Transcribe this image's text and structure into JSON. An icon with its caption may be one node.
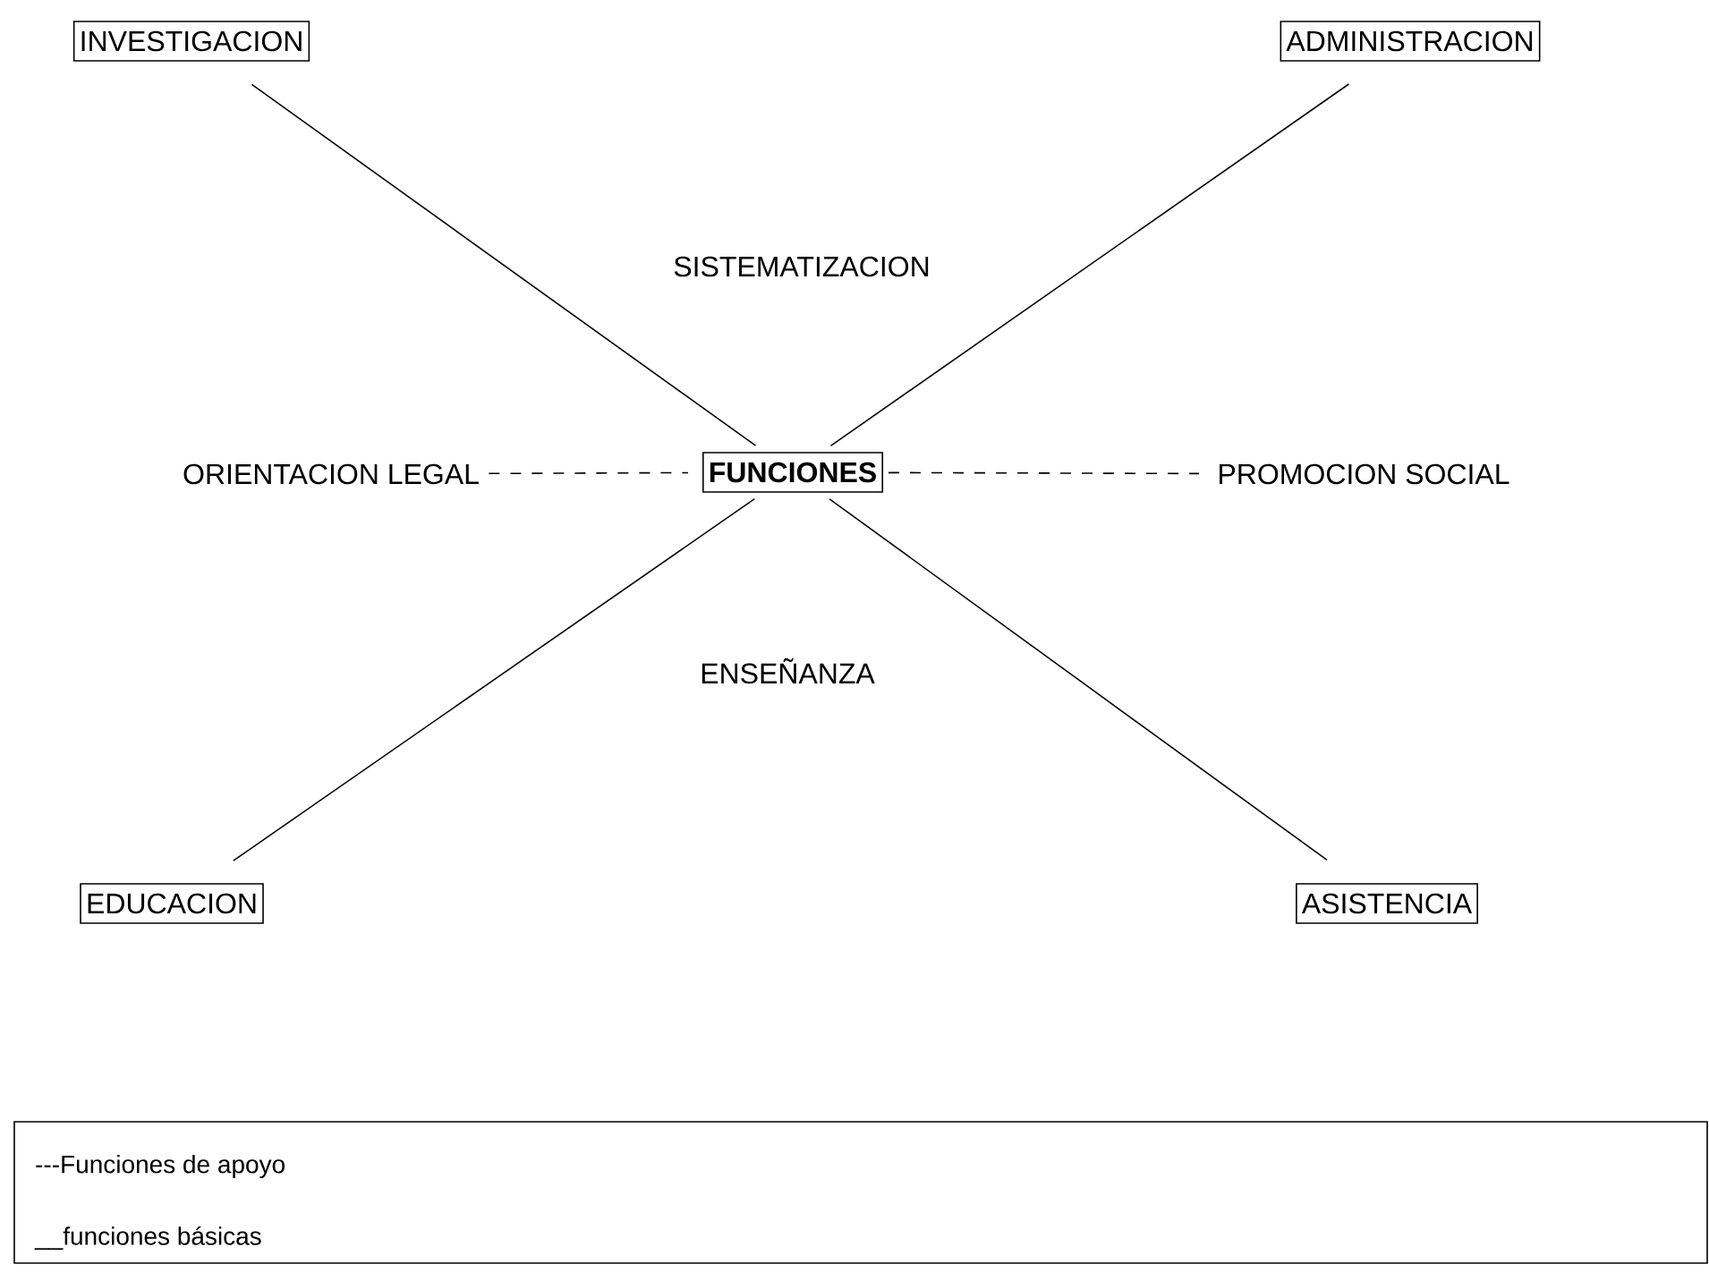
{
  "diagram": {
    "nodes": [
      {
        "text": [
          "INVESTIGACION"
        ]
      },
      {
        "text": [
          "ADMINISTRACION"
        ]
      },
      {
        "text": [
          "ORIENTACION LEGAL"
        ]
      },
      {
        "text": [
          "FUNCIONES"
        ]
      },
      {
        "text": [
          "PROMOCION SOCIAL"
        ]
      },
      {
        "text": [
          "EDUCACION"
        ]
      },
      {
        "text": [
          "ASISTENCIA"
        ]
      }
    ],
    "edges": [
      {
        "from": 3,
        "to": 0,
        "arrow": "none"
      },
      {
        "from": 3,
        "to": 1,
        "arrow": "none"
      },
      {
        "from": 2,
        "to": 3,
        "arrow": "none",
        "style": "dashed"
      },
      {
        "from": 3,
        "to": 4,
        "arrow": "none",
        "style": "dashed"
      },
      {
        "from": 3,
        "to": 5,
        "arrow": "none"
      },
      {
        "from": 3,
        "to": 6,
        "arrow": "none"
      }
    ],
    "labels": [
      "SISTEMATIZACION",
      "ENSEÑANZA"
    ],
    "legend": [
      {
        "text": "---Funciones de apoyo"
      },
      {
        "text": "__funciones básicas"
      }
    ]
  }
}
